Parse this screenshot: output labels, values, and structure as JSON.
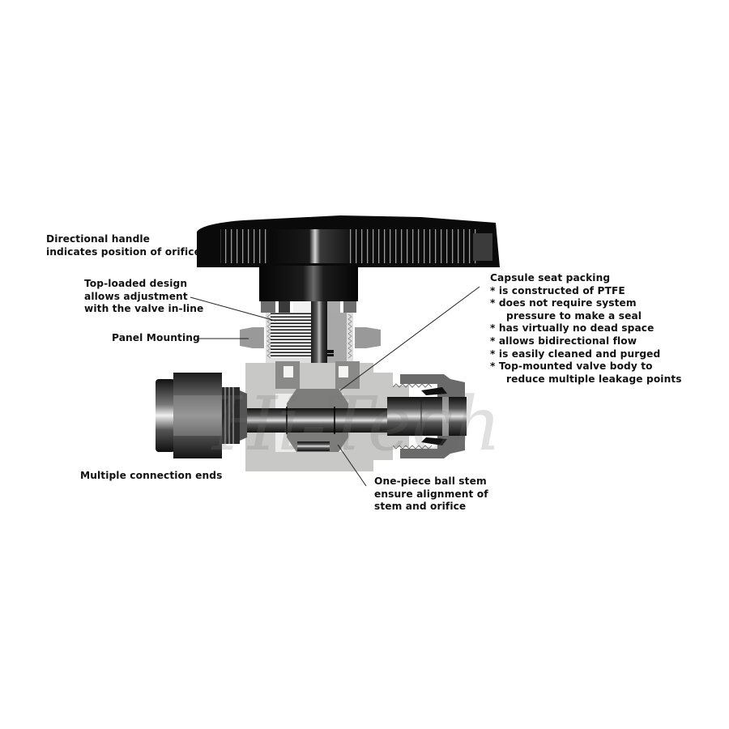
{
  "diagram": {
    "subject": "Ball valve cross-section",
    "watermark": "Hi-Tech",
    "colors": {
      "background": "#ffffff",
      "handle": "#0a0a0a",
      "body": "#c9c9c7",
      "body_dark": "#8a8a88",
      "fitting_dark": "#3a3a3a",
      "text": "#111111",
      "leader": "#222222"
    }
  },
  "callouts": {
    "handle": {
      "lines": [
        "Directional handle",
        "indicates position of orifice"
      ]
    },
    "top_loaded": {
      "lines": [
        "Top-loaded design",
        "allows adjustment",
        "with the valve in-line"
      ]
    },
    "panel_mounting": {
      "lines": [
        "Panel Mounting"
      ]
    },
    "connection_ends": {
      "lines": [
        "Multiple connection ends"
      ]
    },
    "ball_stem": {
      "lines": [
        "One-piece ball stem",
        "ensure alignment of",
        "stem and orifice"
      ]
    },
    "capsule_seat": {
      "title": "Capsule seat packing",
      "bullets": [
        "* is constructed of PTFE",
        "* does not require system",
        "pressure to make a seal",
        "* has virtually no dead space",
        "* allows bidirectional flow",
        "* is easily cleaned and  purged",
        "* Top-mounted valve body to",
        "reduce multiple leakage points"
      ]
    }
  }
}
